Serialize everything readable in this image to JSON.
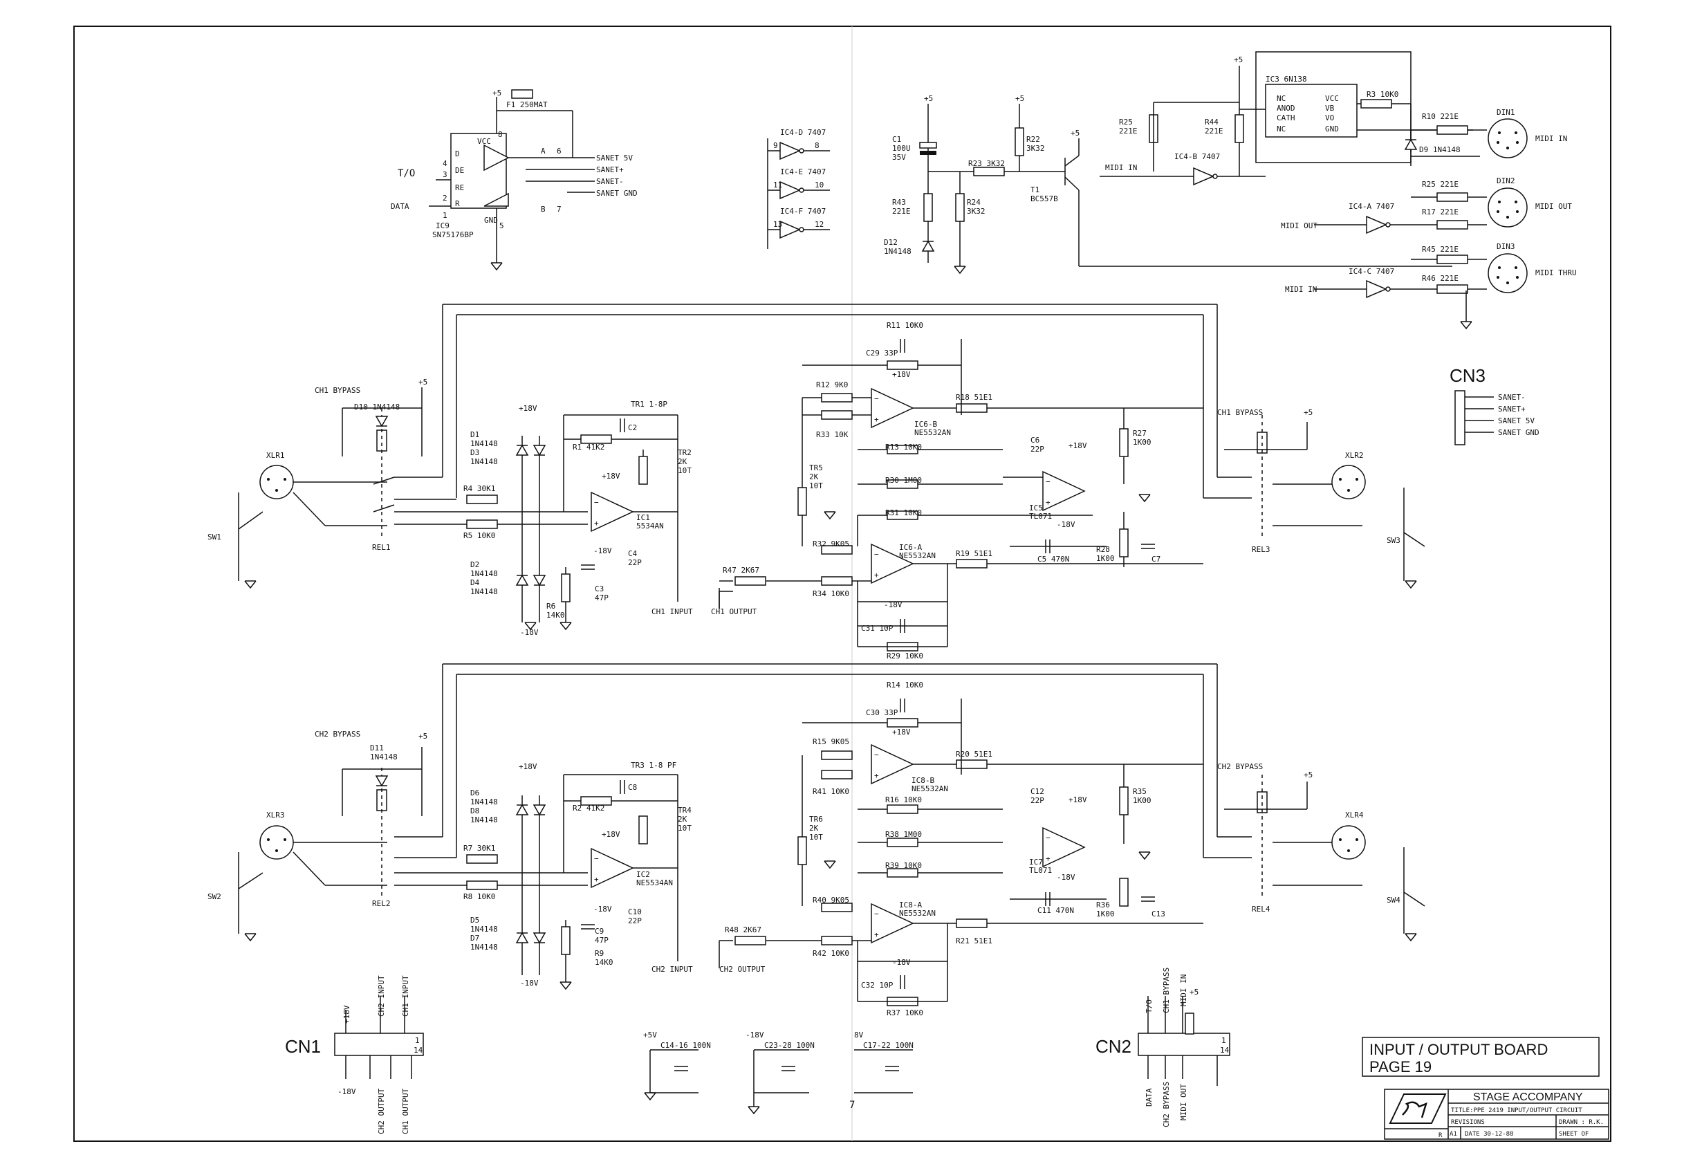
{
  "title_block": {
    "board_title": "INPUT / OUTPUT BOARD",
    "page": "PAGE 19",
    "company": "STAGE ACCOMPANY",
    "title": "TITLE:PPE 2419 INPUT/OUTPUT CIRCUIT",
    "revisions": "REVISIONS",
    "drawn": "DRAWN : R.K.",
    "rev": "A1",
    "date": "DATE 30-12-88",
    "sheet": "SHEET OF",
    "r_mark": "R"
  },
  "sanet": {
    "ic": "IC9",
    "part": "SN75176BP",
    "fuse": "F1 250MAT",
    "supply": "+5",
    "io": "T/O",
    "data": "DATA",
    "pins": [
      "D",
      "DE",
      "RE",
      "R",
      "VCC",
      "GND",
      "A",
      "B"
    ],
    "pin_numbers": [
      "4",
      "3",
      "2",
      "1",
      "8",
      "5",
      "6",
      "7"
    ],
    "outputs": [
      "SANET 5V",
      "SANET+",
      "SANET-",
      "SANET GND"
    ]
  },
  "buffers": {
    "items": [
      {
        "name": "IC4-D 7407",
        "in": "9",
        "out": "8"
      },
      {
        "name": "IC4-E 7407",
        "in": "11",
        "out": "10"
      },
      {
        "name": "IC4-F 7407",
        "in": "13",
        "out": "12"
      }
    ]
  },
  "power_mute": {
    "c1": "C1",
    "c1_val": "100U",
    "c1_v": "35V",
    "r43": "R43",
    "r43_val": "221E",
    "d12": "D12",
    "d12_val": "1N4148",
    "r23": "R23 3K32",
    "r24": "R24",
    "r24_val": "3K32",
    "r22": "R22",
    "r22_val": "3K32",
    "t1": "T1",
    "t1_val": "BC557B",
    "supply": "+5"
  },
  "midi": {
    "ic3": "IC3 6N138",
    "ic3_pins": [
      "NC",
      "ANOD",
      "CATH",
      "NC",
      "VCC",
      "VB",
      "VO",
      "GND"
    ],
    "r3": "R3 10K0",
    "r25": "R25",
    "r25_val": "221E",
    "r44": "R44",
    "r44_val": "221E",
    "r10": "R10 221E",
    "d9": "D9 1N4148",
    "ic4b": "IC4-B 7407",
    "midi_in": "MIDI IN",
    "din1": "DIN1",
    "din2": "DIN2",
    "r25b": "R25 221E",
    "r17": "R17 221E",
    "ic4a": "IC4-A 7407",
    "midi_out": "MIDI OUT",
    "din3": "DIN3",
    "r45": "R45 221E",
    "r46": "R46 221E",
    "ic4c": "IC4-C 7407",
    "midi_thru": "MIDI THRU",
    "supply": "+5"
  },
  "cn3": {
    "label": "CN3",
    "pins": [
      "SANET-",
      "SANET+",
      "SANET 5V",
      "SANET GND"
    ]
  },
  "ch1": {
    "bypass": "CH1 BYPASS",
    "d10": "D10 1N4148",
    "xlr_in": "XLR1",
    "sw_in": "SW1",
    "rel_in": "REL1",
    "r4": "R4 30K1",
    "r5": "R5 10K0",
    "d1": "D1",
    "d1_val": "1N4148",
    "d3": "D3",
    "d3_val": "1N4148",
    "d2": "D2",
    "d2_val": "1N4148",
    "d4": "D4",
    "d4_val": "1N4148",
    "tr1": "TR1 1-8P",
    "c2": "C2",
    "r1": "R1 41K2",
    "tr2": "TR2",
    "tr2_val": "2K",
    "tr2_turns": "10T",
    "ic1": "IC1",
    "ic1_val": "5534AN",
    "c4": "C4",
    "c4_val": "22P",
    "c3": "C3",
    "c3_val": "47P",
    "r6": "R6",
    "r6_val": "14K0",
    "input": "CH1 INPUT",
    "output": "CH1 OUTPUT",
    "r47": "R47 2K67",
    "r11": "R11 10K0",
    "c29": "C29 33P",
    "r12": "R12 9K0",
    "r33": "R33 10K",
    "ic6b": "IC6-B",
    "ic6b_val": "NE5532AN",
    "r18": "R18 51E1",
    "tr5": "TR5",
    "tr5_val": "2K",
    "tr5_turns": "10T",
    "r13": "R13 10K0",
    "r30": "R30 1M00",
    "r31": "R31 10K0",
    "c6": "C6",
    "c6_val": "22P",
    "ic5": "IC5",
    "ic5_val": "TL071",
    "r27": "R27",
    "r27_val": "1K00",
    "r28": "R28",
    "r28_val": "1K00",
    "c5": "C5 470N",
    "c7": "C7",
    "r32": "R32 9K05",
    "ic6a": "IC6-A",
    "ic6a_val": "NE5532AN",
    "r19": "R19 51E1",
    "r34": "R34 10K0",
    "c31": "C31 10P",
    "r29": "R29 10K0",
    "out_bypass": "CH1 BYPASS",
    "xlr_out": "XLR2",
    "rel_out": "REL3",
    "sw_out": "SW3"
  },
  "ch2": {
    "bypass": "CH2 BYPASS",
    "d11": "D11",
    "d11_val": "1N4148",
    "xlr_in": "XLR3",
    "sw_in": "SW2",
    "rel_in": "REL2",
    "r7": "R7 30K1",
    "r8": "R8 10K0",
    "d6": "D6",
    "d6_val": "1N4148",
    "d8": "D8",
    "d8_val": "1N4148",
    "d5": "D5",
    "d5_val": "1N4148",
    "d7": "D7",
    "d7_val": "1N4148",
    "tr3": "TR3 1-8 PF",
    "c8": "C8",
    "r2": "R2 41K2",
    "tr4": "TR4",
    "tr4_val": "2K",
    "tr4_turns": "10T",
    "ic2": "IC2",
    "ic2_val": "NE5534AN",
    "c10": "C10",
    "c10_val": "22P",
    "c9": "C9",
    "c9_val": "47P",
    "r9": "R9",
    "r9_val": "14K0",
    "input": "CH2 INPUT",
    "output": "CH2 OUTPUT",
    "r48": "R48 2K67",
    "r14": "R14 10K0",
    "c30": "C30 33P",
    "r15": "R15 9K05",
    "r41": "R41 10K0",
    "ic8b": "IC8-B",
    "ic8b_val": "NE5532AN",
    "r20": "R20 51E1",
    "tr6": "TR6",
    "tr6_val": "2K",
    "tr6_turns": "10T",
    "r16": "R16 10K0",
    "r38": "R38 1M00",
    "r39": "R39 10K0",
    "c12": "C12",
    "c12_val": "22P",
    "ic7": "IC7",
    "ic7_val": "TL071",
    "r35": "R35",
    "r35_val": "1K00",
    "r36": "R36",
    "r36_val": "1K00",
    "c11": "C11 470N",
    "c13": "C13",
    "r40": "R40 9K05",
    "ic8a": "IC8-A",
    "ic8a_val": "NE5532AN",
    "r21": "R21 51E1",
    "r42": "R42 10K0",
    "c32": "C32 10P",
    "r37": "R37 10K0",
    "out_bypass": "CH2 BYPASS",
    "xlr_out": "XLR4",
    "rel_out": "REL4",
    "sw_out": "SW4"
  },
  "rails": {
    "plus": "+18V",
    "minus": "-18V",
    "plus5": "+5"
  },
  "cn1": {
    "label": "CN1",
    "top": [
      "+18V",
      "CH2 INPUT",
      "CH1 INPUT"
    ],
    "bottom": [
      "-18V",
      "CH2 OUTPUT",
      "CH1 OUTPUT"
    ],
    "pin1": "1",
    "pin14": "14"
  },
  "cn2": {
    "label": "CN2",
    "top": [
      "T/O",
      "CH1 BYPASS",
      "MIDI IN",
      "+5"
    ],
    "bottom": [
      "DATA",
      "CH2 BYPASS",
      "MIDI OUT"
    ],
    "pin1": "1",
    "pin14": "14"
  },
  "decoupling": [
    {
      "rail": "+5V",
      "name": "C14-16 100N"
    },
    {
      "rail": "-18V",
      "name": "C23-28 100N"
    },
    {
      "rail": "8V",
      "name": "C17-22 100N"
    }
  ],
  "page_mark": "7"
}
